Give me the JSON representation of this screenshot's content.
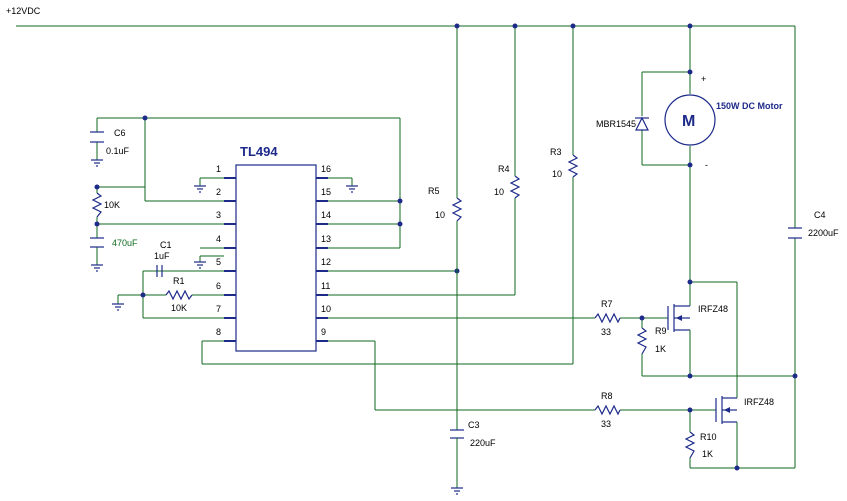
{
  "supply_label": "+12VDC",
  "ic": {
    "name": "TL494",
    "pins_left": [
      "1",
      "2",
      "3",
      "4",
      "5",
      "6",
      "7",
      "8"
    ],
    "pins_right": [
      "16",
      "15",
      "14",
      "13",
      "12",
      "11",
      "10",
      "9"
    ]
  },
  "components": {
    "c6": {
      "ref": "C6",
      "value": "0.1uF"
    },
    "rpot": {
      "value": "10K"
    },
    "c_470": {
      "value": "470uF"
    },
    "c1": {
      "ref": "C1",
      "value": "1uF"
    },
    "r1": {
      "ref": "R1",
      "value": "10K"
    },
    "r5": {
      "ref": "R5",
      "value": "10"
    },
    "r4": {
      "ref": "R4",
      "value": "10"
    },
    "r3": {
      "ref": "R3",
      "value": "10"
    },
    "r7": {
      "ref": "R7",
      "value": "33"
    },
    "r9": {
      "ref": "R9",
      "value": "1K"
    },
    "r8": {
      "ref": "R8",
      "value": "33"
    },
    "r10": {
      "ref": "R10",
      "value": "1K"
    },
    "c3": {
      "ref": "C3",
      "value": "220uF"
    },
    "c4": {
      "ref": "C4",
      "value": "2200uF"
    },
    "q1": {
      "value": "IRFZ48"
    },
    "q2": {
      "value": "IRFZ48"
    },
    "diode": {
      "value": "MBR1545"
    },
    "motor": {
      "symbol": "M",
      "label": "150W DC Motor",
      "plus": "+",
      "minus": "-"
    }
  }
}
